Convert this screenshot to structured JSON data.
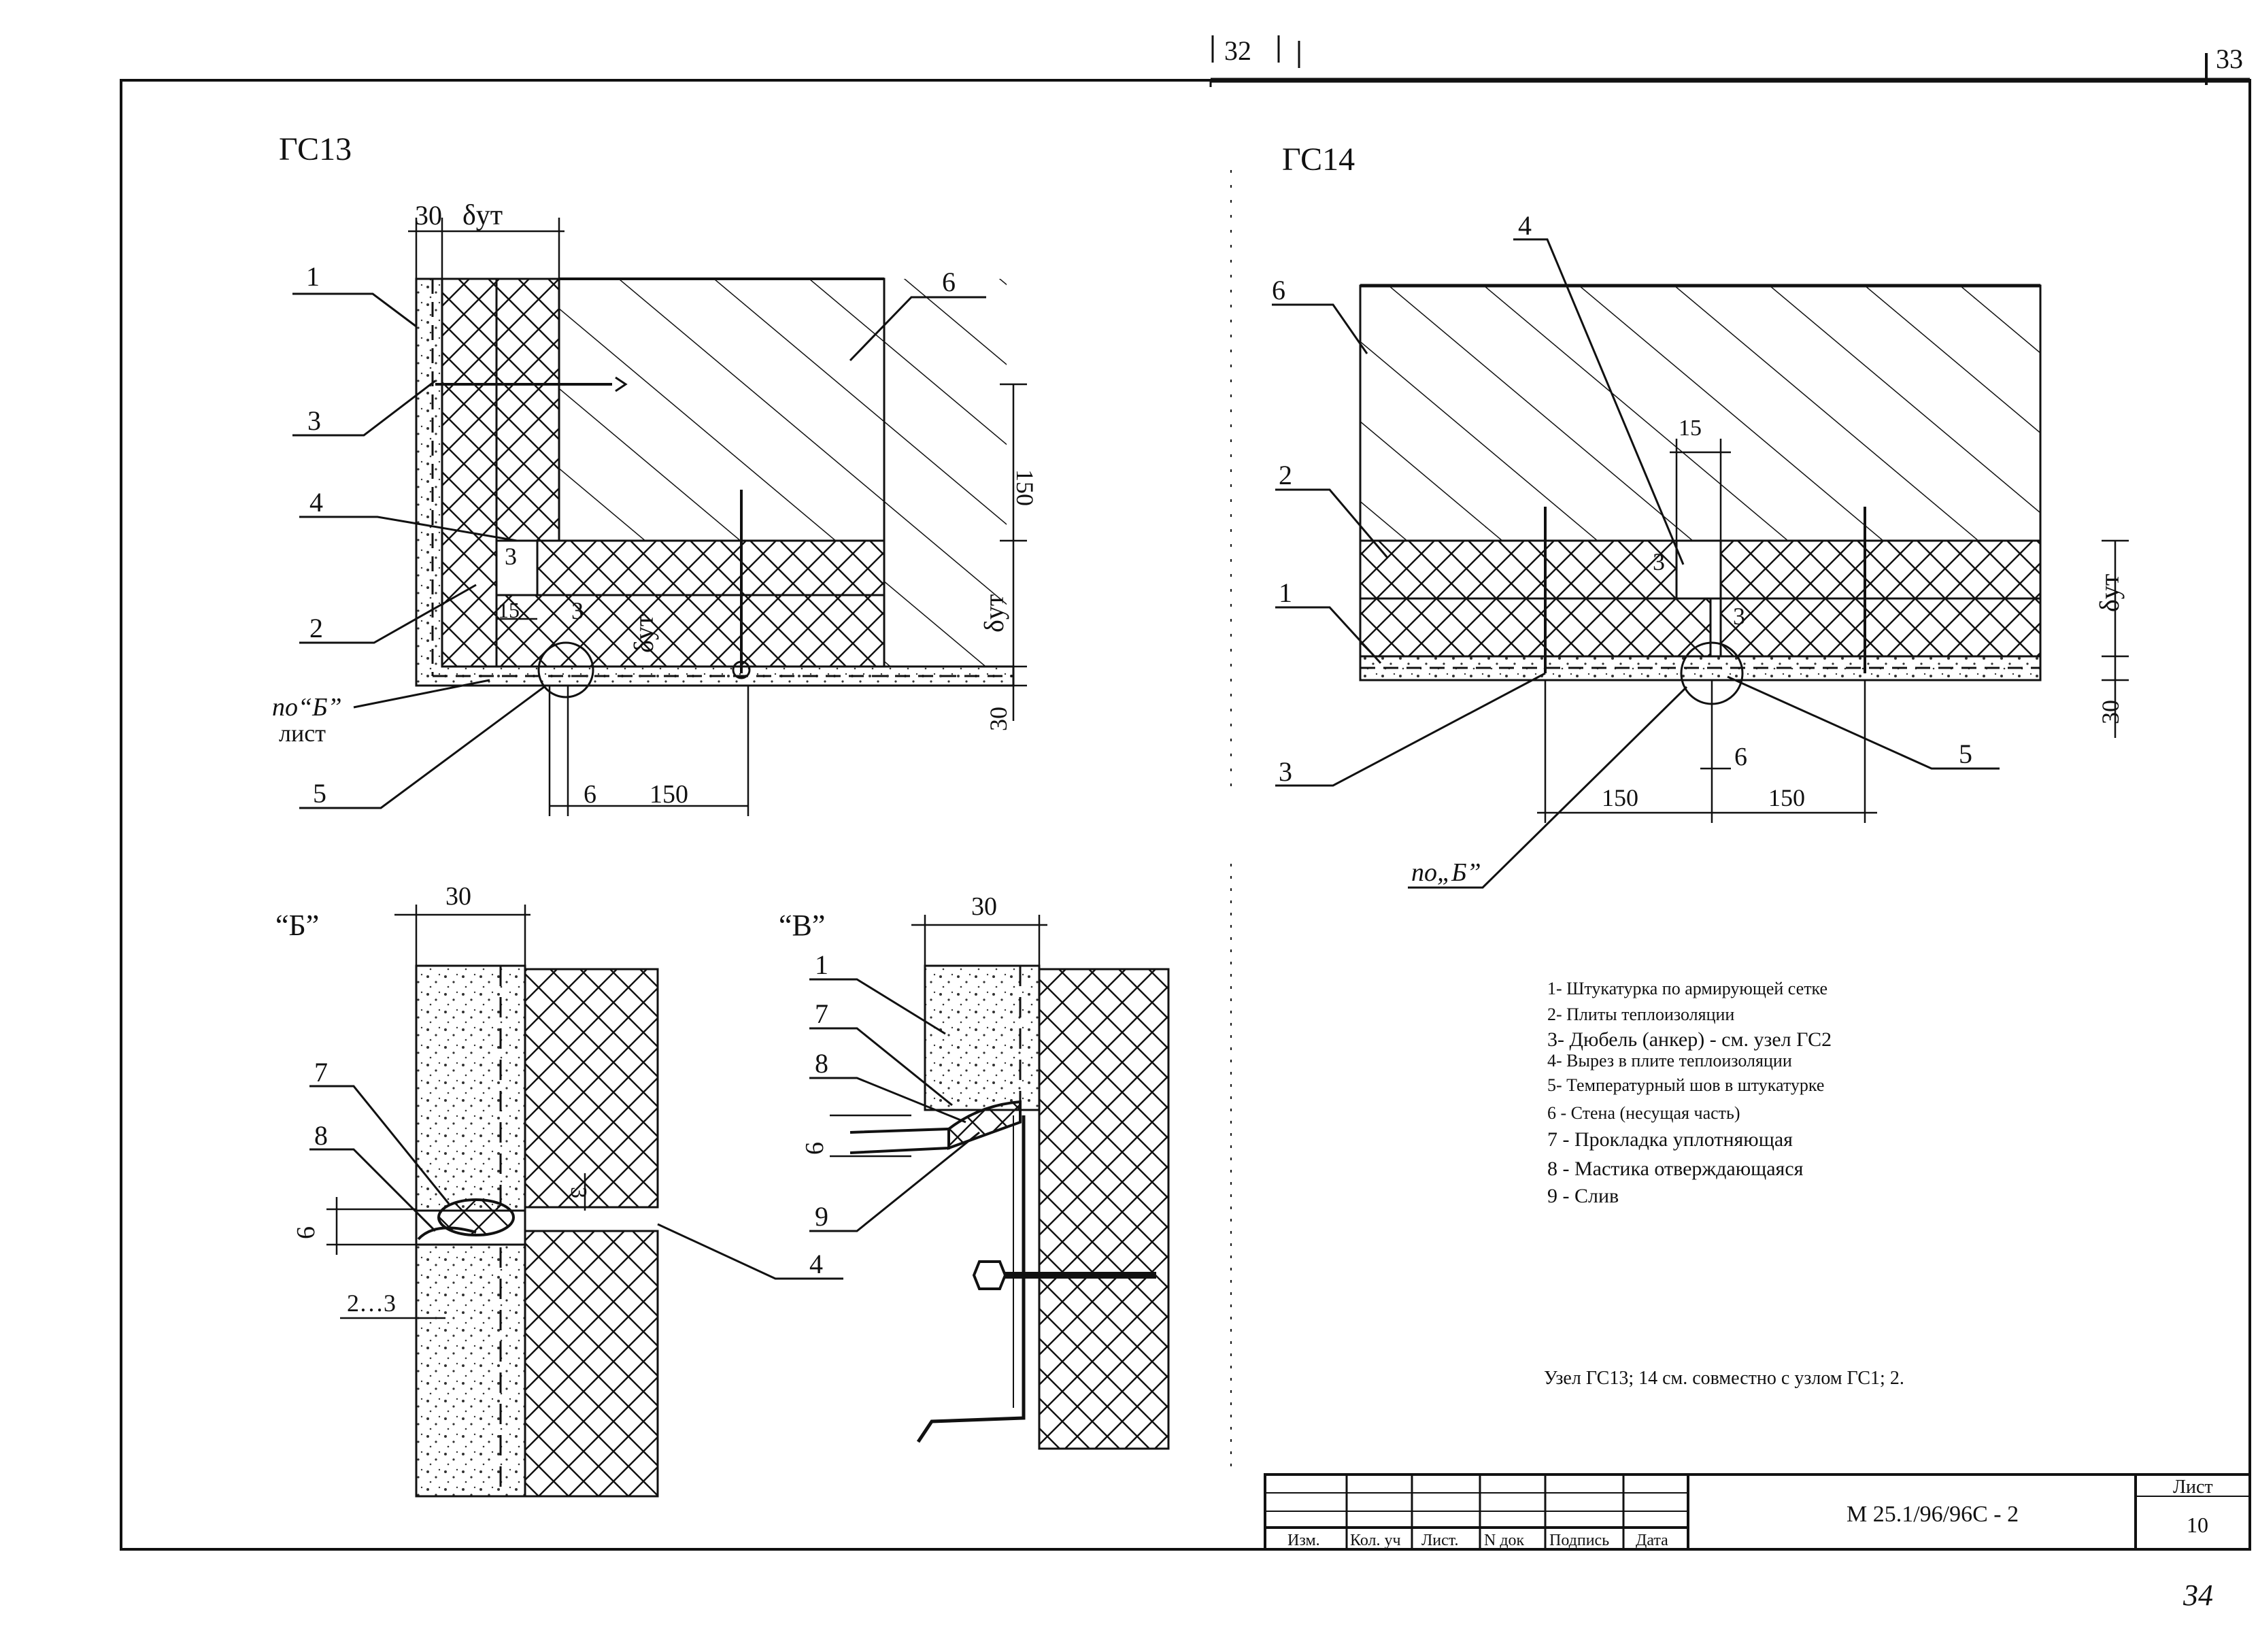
{
  "page_marks": {
    "top_page": "32",
    "top_right_page": "33",
    "bottom_right_page": "34"
  },
  "details": {
    "gs13": {
      "title": "ГС13"
    },
    "gs14": {
      "title": "ГС14"
    },
    "b": {
      "title": "“Б”"
    },
    "v": {
      "title": "“В”"
    }
  },
  "dims": {
    "d30": "30",
    "d150": "150",
    "d15": "15",
    "d6": "6",
    "d3": "3",
    "d2_3": "2…3",
    "delta_ut": "δут"
  },
  "refs": {
    "po_b_sheet_line1": "по“Б”",
    "po_b_sheet_line2": "лист",
    "po_b": "по„Б”"
  },
  "callouts": [
    "1",
    "2",
    "3",
    "4",
    "5",
    "6",
    "7",
    "8",
    "9"
  ],
  "legend": {
    "items": [
      "1- Штукатурка по армирующей сетке",
      "2- Плиты теплоизоляции",
      "3- Дюбель (анкер) - см. узел ГС2",
      "4- Вырез в плите теплоизоляции",
      "5- Температурный шов в штукатурке",
      "6 - Стена (несущая часть)",
      "7 - Прокладка уплотняющая",
      "8 - Мастика отверждающаяся",
      "9 - Слив"
    ],
    "note": "Узел ГС13; 14   см. совместно с узлом ГС1; 2."
  },
  "title_block": {
    "code": "М 25.1/96/96С - 2",
    "sheet_label": "Лист",
    "sheet_number": "10",
    "columns": [
      "Изм.",
      "Кол. уч",
      "Лист.",
      "N док",
      "Подпись",
      "Дата"
    ]
  },
  "colors": {
    "ink": "#111111",
    "paper": "#ffffff"
  }
}
